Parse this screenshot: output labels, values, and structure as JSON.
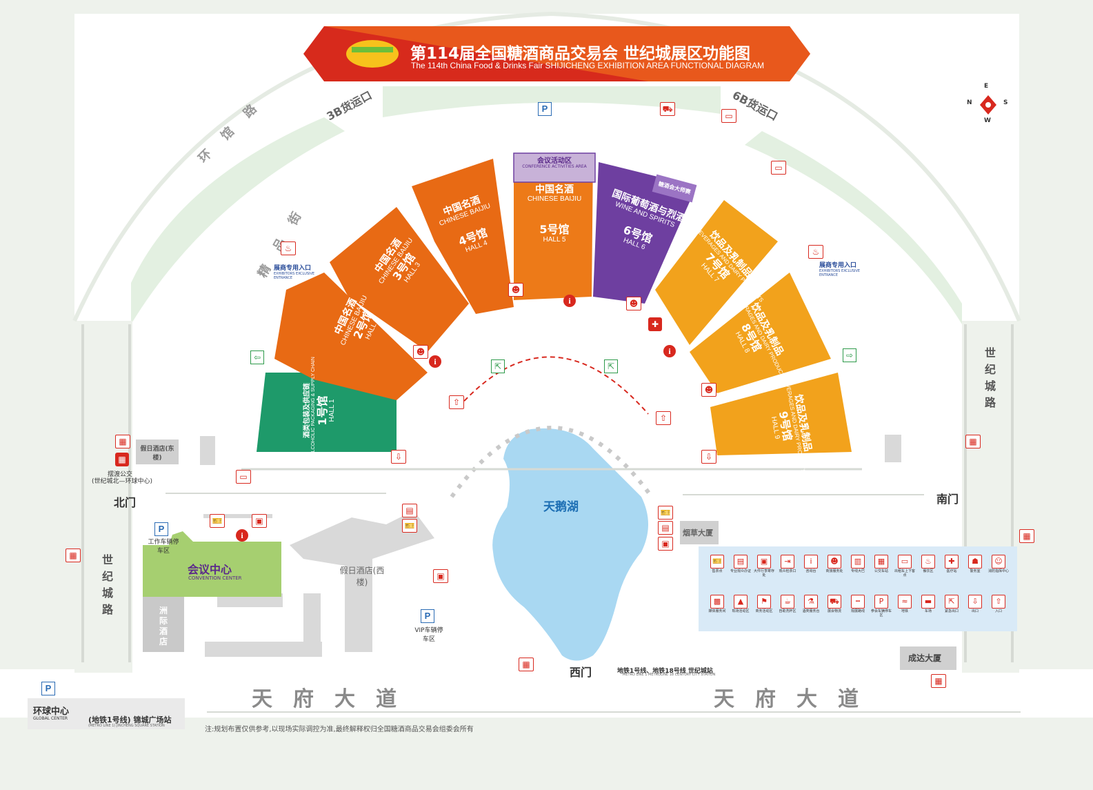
{
  "title": {
    "zh": "第114届全国糖酒商品交易会 世纪城展区功能图",
    "en": "The 114th China Food & Drinks Fair SHIJICHENG EXHIBITION AREA FUNCTIONAL DIAGRAM"
  },
  "compass": {
    "n": "N",
    "s": "S",
    "w": "W",
    "e": "E"
  },
  "roads": {
    "huanguan": "环馆路",
    "jingpin": "精品街",
    "tianfu_left": "天府大道",
    "tianfu_right": "天府大道",
    "shiji_left": "世纪城路",
    "shiji_right": "世纪城路"
  },
  "cargo": {
    "b3": "3B货运口",
    "b6": "6B货运口"
  },
  "gates": {
    "north": "北门",
    "south": "南门",
    "west": "西门"
  },
  "exhibitor_entrance": {
    "left_zh": "展商专用入口",
    "left_en": "EXHIBITORS EXCLUSIVE ENTRANCE",
    "right_zh": "展商专用入口",
    "right_en": "EXHIBITORS EXCLUSIVE ENTRANCE"
  },
  "halls": [
    {
      "no": "1号馆",
      "en": "HALL 1",
      "zh": "酒类包装及供应链",
      "en_cat": "ALCOHOLIC PACKAGING & SUPPLY CHAIN",
      "color": "#1e9a6a"
    },
    {
      "no": "2号馆",
      "en": "HALL 2",
      "zh": "中国名酒",
      "en_cat": "CHINESE BAIJIU",
      "color": "#e86a14"
    },
    {
      "no": "3号馆",
      "en": "HALL 3",
      "zh": "中国名酒",
      "en_cat": "CHINESE BAIJIU",
      "color": "#e86a14"
    },
    {
      "no": "4号馆",
      "en": "HALL 4",
      "zh": "中国名酒",
      "en_cat": "CHINESE BAIJIU",
      "color": "#e86a14"
    },
    {
      "no": "5号馆",
      "en": "HALL 5",
      "zh": "中国名酒",
      "en_cat": "CHINESE BAIJIU",
      "color": "#ed7a18"
    },
    {
      "no": "6号馆",
      "en": "HALL 6",
      "zh": "国际葡萄酒与烈酒",
      "en_cat": "WINE AND SPIRITS",
      "color": "#6e3fa0"
    },
    {
      "no": "7号馆",
      "en": "HALL 7",
      "zh": "饮品及乳制品",
      "en_cat": "BEVERAGES AND DAIRY PRODUCTS",
      "color": "#f2a21c"
    },
    {
      "no": "8号馆",
      "en": "HALL 8",
      "zh": "饮品及乳制品",
      "en_cat": "BEVERAGES AND DAIRY PRODUCTS",
      "color": "#f2a21c"
    },
    {
      "no": "9号馆",
      "en": "HALL 9",
      "zh": "饮品及乳制品",
      "en_cat": "BEVERAGES AND DAIRY PRODUCTS",
      "color": "#f2a21c"
    }
  ],
  "conference_area": {
    "zh": "会议活动区",
    "en": "CONFERENCE ACTIVITIES AREA"
  },
  "tasting_hall": "糖酒会大师赛",
  "lake": "天鹅湖",
  "buildings": {
    "convention_zh": "会议中心",
    "convention_en": "CONVENTION CENTER",
    "holiday_east": "假日酒店(东楼)",
    "holiday_west": "假日酒店(西楼)",
    "zhouji": "洲际酒店",
    "yancao": "烟草大厦",
    "chengda": "成达大厦",
    "global_zh": "环球中心",
    "global_en": "GLOBAL CENTER"
  },
  "parking": {
    "work": "工作车辆停车区",
    "vip": "VIP车辆停车区"
  },
  "bus": {
    "shuttle": "摆渡公交",
    "route": "(世纪城北—环球中心)"
  },
  "metro": {
    "century_zh": "地铁1号线、地铁18号线 世纪城站",
    "century_en": "METRO LINE 1 METROLINE 18 CENTURY CITY STATION",
    "jincheng_zh": "(地铁1号线) 锦城广场站",
    "jincheng_en": "(METRO LINE 1) JINCHENG SQUARE STATION"
  },
  "note": "注:规划布置仅供参考,以现场实际调控为准,最终解释权归全国糖酒商品交易会组委会所有",
  "legend": [
    {
      "icon": "ticket-icon",
      "glyph": "🎫",
      "label": "售票点"
    },
    {
      "icon": "registration-icon",
      "glyph": "▤",
      "label": "专业观众办证"
    },
    {
      "icon": "baggage-icon",
      "glyph": "▣",
      "label": "大件行李寄存处"
    },
    {
      "icon": "visitor-entrance-icon",
      "glyph": "⇥",
      "label": "观众检票口"
    },
    {
      "icon": "info-icon",
      "glyph": "i",
      "label": "咨询台"
    },
    {
      "icon": "service-icon",
      "glyph": "☻",
      "label": "商旅服务处"
    },
    {
      "icon": "shuttle-icon",
      "glyph": "▥",
      "label": "专线大巴"
    },
    {
      "icon": "bus-icon",
      "glyph": "▦",
      "label": "公交车站"
    },
    {
      "icon": "taxi-icon",
      "glyph": "▭",
      "label": "出租车上下客点"
    },
    {
      "icon": "restaurant-icon",
      "glyph": "♨",
      "label": "餐饮区"
    },
    {
      "icon": "medical-icon",
      "glyph": "✚",
      "label": "医疗站"
    },
    {
      "icon": "police-icon",
      "glyph": "☗",
      "label": "警务室"
    },
    {
      "icon": "fire-icon",
      "glyph": "☺",
      "label": "消防指挥中心"
    },
    {
      "icon": "media-icon",
      "glyph": "▩",
      "label": "媒体服务间"
    },
    {
      "icon": "activity-icon",
      "glyph": "▲",
      "label": "现场活动区"
    },
    {
      "icon": "business-icon",
      "glyph": "⚑",
      "label": "商务活动区"
    },
    {
      "icon": "self-service-icon",
      "glyph": "☕",
      "label": "自助洗杯区"
    },
    {
      "icon": "wine-service-icon",
      "glyph": "⚗",
      "label": "酒类服务台"
    },
    {
      "icon": "logistics-icon",
      "glyph": "⛟",
      "label": "展会物流"
    },
    {
      "icon": "route-icon",
      "glyph": "┅",
      "label": "观展路线"
    },
    {
      "icon": "parking-icon",
      "glyph": "P",
      "label": "参会车辆停车区"
    },
    {
      "icon": "metro-icon",
      "glyph": "≈",
      "label": "地铁"
    },
    {
      "icon": "parking-lot-icon",
      "glyph": "▬",
      "label": "车场"
    },
    {
      "icon": "emergency-exit-icon",
      "glyph": "⇱",
      "label": "紧急出口"
    },
    {
      "icon": "exit-icon",
      "glyph": "⇩",
      "label": "出口"
    },
    {
      "icon": "entrance-icon",
      "glyph": "⇧",
      "label": "入口"
    }
  ]
}
